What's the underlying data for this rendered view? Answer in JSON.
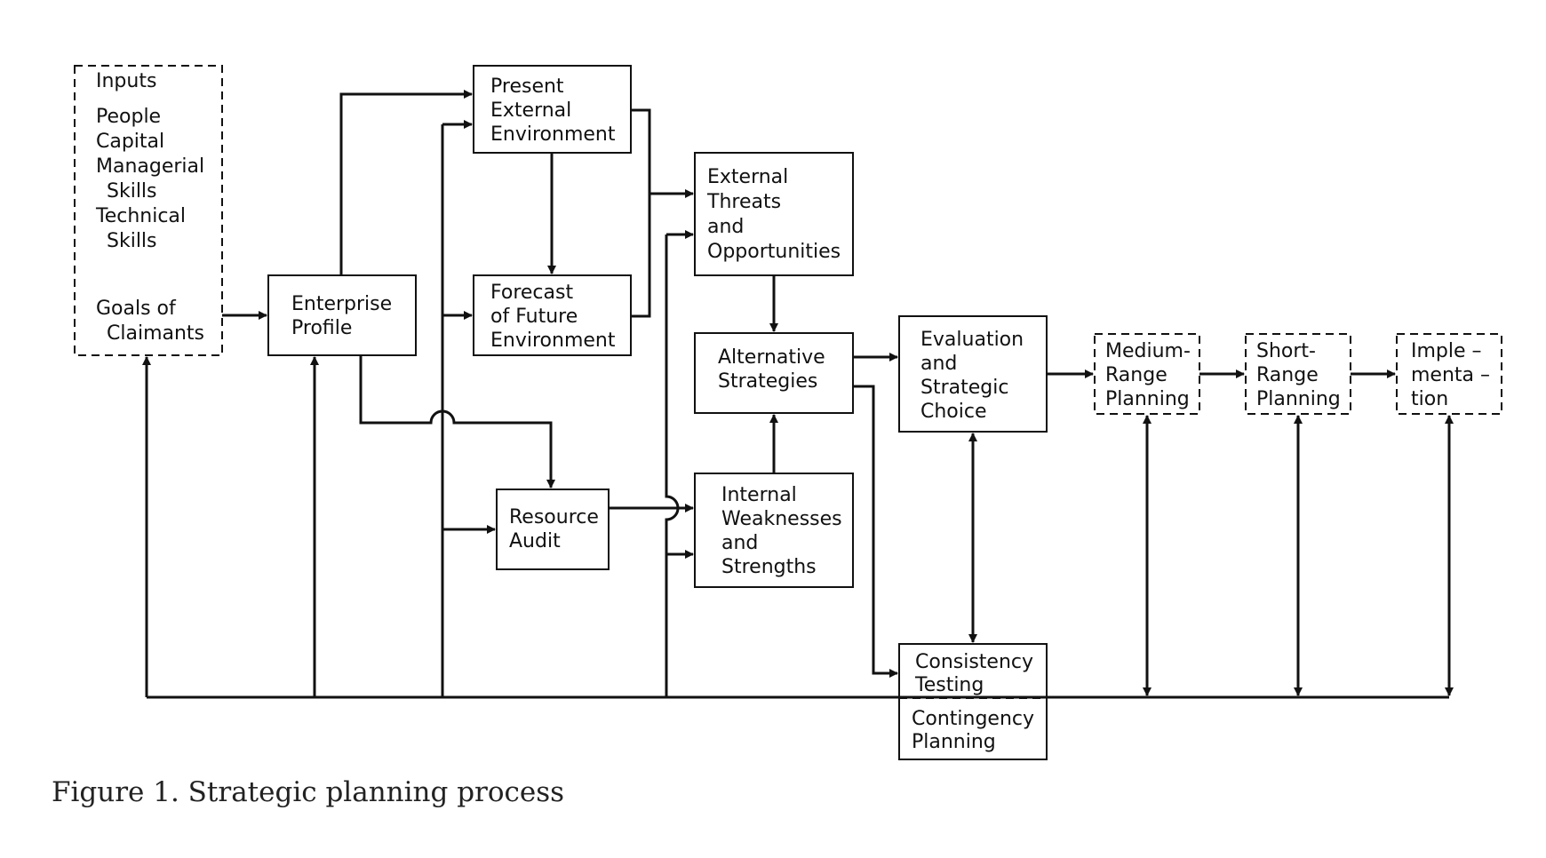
{
  "caption": "Figure 1.  Strategic planning process",
  "nodes": {
    "inputs": {
      "lines": [
        "Inputs",
        "People",
        "Capital",
        "Managerial",
        "Skills",
        "Technical",
        "Skills",
        "Goals of",
        "Claimants"
      ]
    },
    "enterprise_profile": {
      "lines": [
        "Enterprise",
        "Profile"
      ]
    },
    "present_external_environment": {
      "lines": [
        "Present",
        "External",
        "Environment"
      ]
    },
    "forecast_future_environment": {
      "lines": [
        "Forecast",
        "of Future",
        "Environment"
      ]
    },
    "resource_audit": {
      "lines": [
        "Resource",
        "Audit"
      ]
    },
    "external_threats_opportunities": {
      "lines": [
        "External",
        "Threats",
        "and",
        "Opportunities"
      ]
    },
    "alternative_strategies": {
      "lines": [
        "Alternative",
        "Strategies"
      ]
    },
    "internal_weaknesses_strengths": {
      "lines": [
        "Internal",
        "Weaknesses",
        "and",
        "Strengths"
      ]
    },
    "evaluation_strategic_choice": {
      "lines": [
        "Evaluation",
        "and",
        "Strategic",
        "Choice"
      ]
    },
    "consistency_testing": {
      "lines": [
        "Consistency",
        "Testing"
      ]
    },
    "contingency_planning": {
      "lines": [
        "Contingency",
        "Planning"
      ]
    },
    "medium_range_planning": {
      "lines": [
        "Medium-",
        "Range",
        "Planning"
      ]
    },
    "short_range_planning": {
      "lines": [
        "Short-",
        "Range",
        "Planning"
      ]
    },
    "implementation": {
      "lines": [
        "Imple –",
        "menta –",
        "tion"
      ]
    }
  }
}
